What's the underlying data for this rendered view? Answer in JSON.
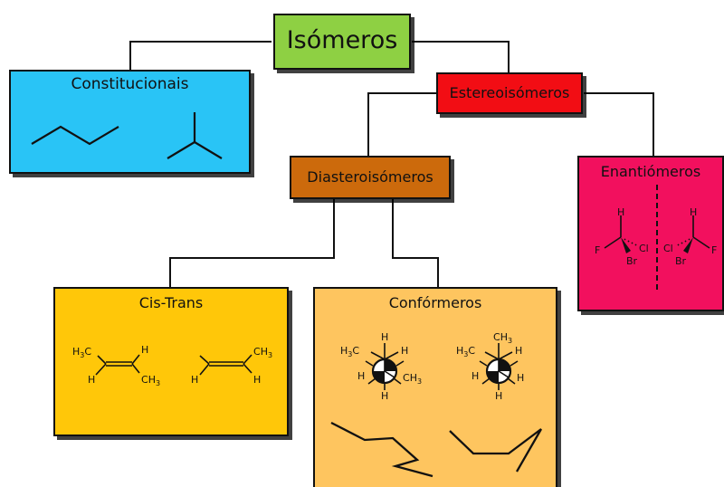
{
  "nodes": {
    "root": {
      "label": "Isómeros",
      "color": "#8ed043"
    },
    "constitucionais": {
      "label": "Constitucionais",
      "color": "#29c4f6"
    },
    "estereoisomeros": {
      "label": "Estereoisómeros",
      "color": "#f20d14"
    },
    "diasteroisomeros": {
      "label": "Diasteroisómeros",
      "color": "#cc6a0c"
    },
    "enantiomeros": {
      "label": "Enantiómeros",
      "color": "#f2105e"
    },
    "cis_trans": {
      "label": "Cis-Trans",
      "color": "#ffc709"
    },
    "conformeros": {
      "label": "Confórmeros",
      "color": "#fec55f"
    }
  },
  "chem": {
    "H": "H",
    "C": "C",
    "F": "F",
    "Cl": "Cl",
    "Br": "Br",
    "H3": "3"
  }
}
